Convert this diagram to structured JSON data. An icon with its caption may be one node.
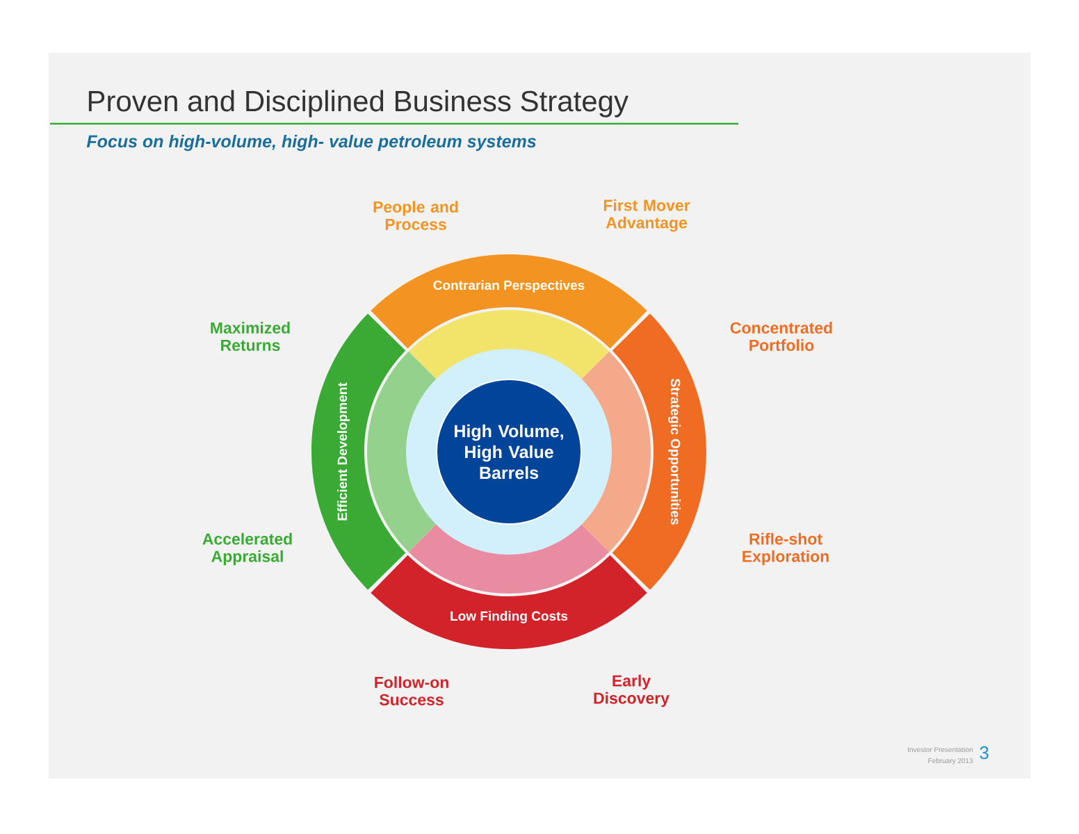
{
  "diagram": {
    "title": "Proven and Disciplined Business Strategy",
    "nodes": [
      {
        "text": [
          "Contrarian Perspectives"
        ],
        "beside": [
          "People and Process",
          "First Mover Advantage"
        ]
      },
      {
        "text": [
          "Efficient Development"
        ],
        "beside": [
          "Maximized Returns",
          "Accelerated Appraisal"
        ]
      },
      {
        "text": [
          "High Volume, High Value Barrels"
        ]
      },
      {
        "text": [
          "Strategic Opportunities"
        ],
        "beside": [
          "Concentrated Portfolio",
          "Rifle-shot Exploration"
        ]
      },
      {
        "text": [
          "Low Finding Costs"
        ],
        "beside": [
          "Follow-on Success",
          "Early Discovery"
        ]
      }
    ],
    "labels": [
      "Focus on high-volume, high- value petroleum systems",
      "Investor Presentation",
      "February 2013",
      "3"
    ]
  }
}
